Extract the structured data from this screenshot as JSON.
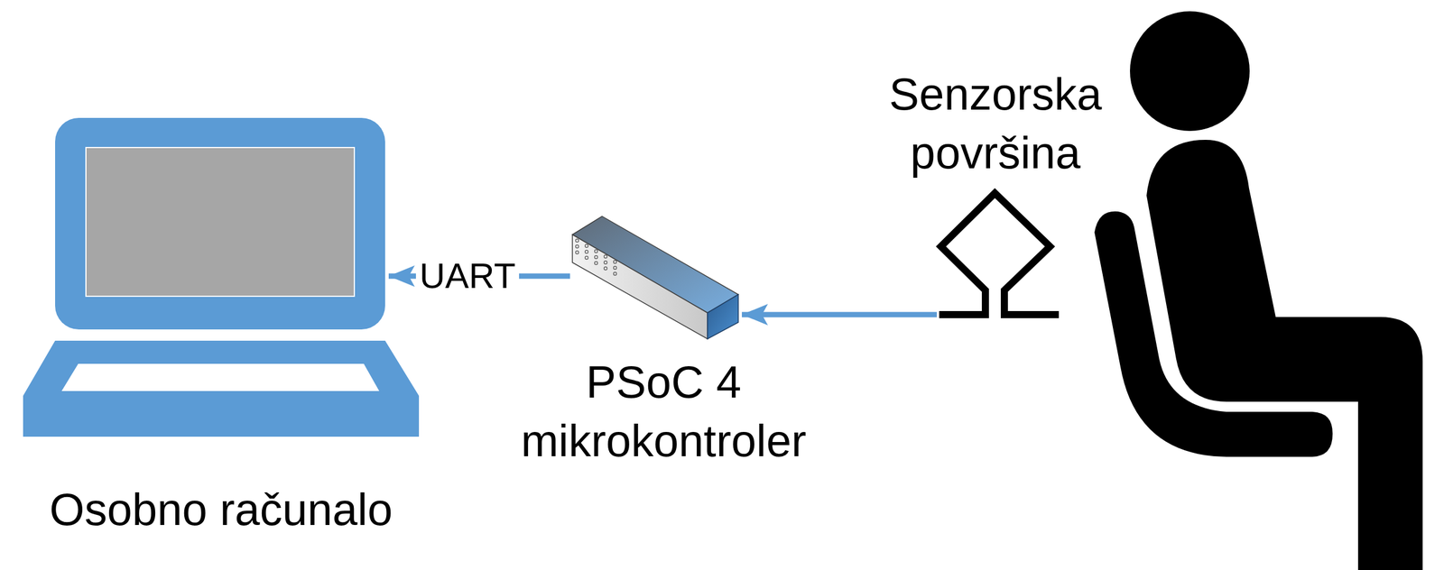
{
  "diagram": {
    "nodes": [
      {
        "text": [
          "Osobno računalo"
        ]
      },
      {
        "text": [
          "PSoC 4 mikrokontroler"
        ]
      },
      {
        "text": [
          "Senzorska površina"
        ]
      }
    ],
    "edges": [
      {
        "from": 1,
        "to": 0,
        "label": "UART",
        "arrow": "to"
      },
      {
        "from": 2,
        "to": 1,
        "arrow": "to"
      }
    ]
  }
}
